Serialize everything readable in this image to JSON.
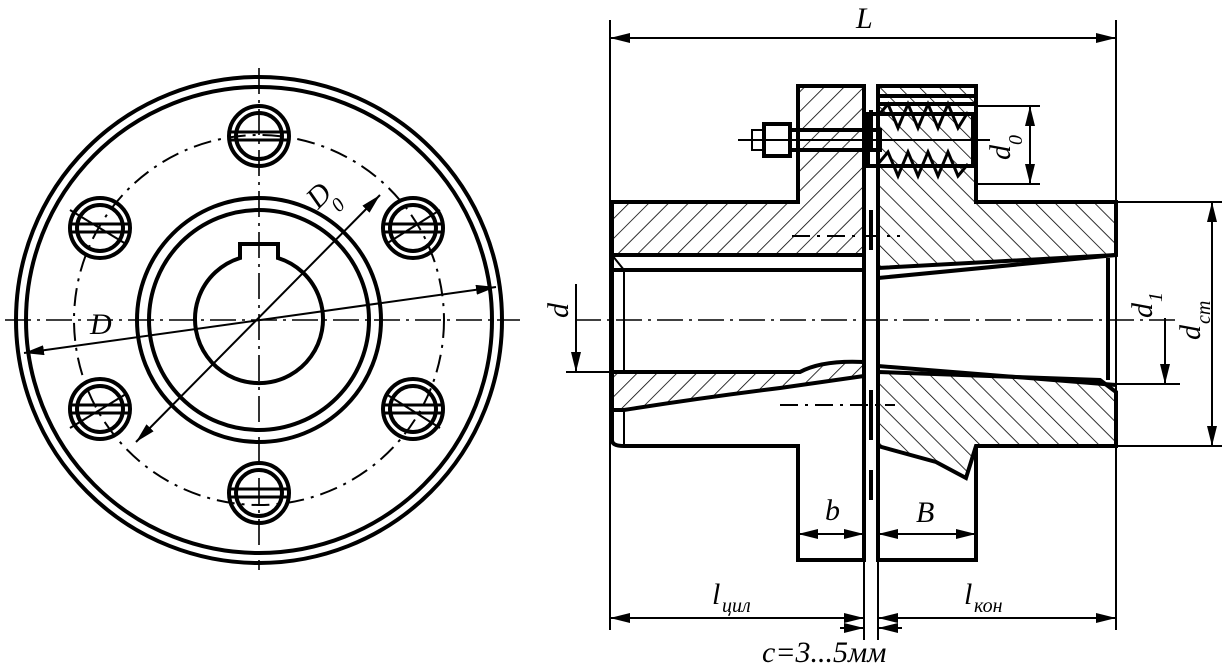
{
  "labels": {
    "L": "L",
    "D": "D",
    "D0": "D",
    "D0_sub": "0",
    "d": "d",
    "d0": "d",
    "d0_sub": "0",
    "d1": "d",
    "d1_sub": "1",
    "dst": "d",
    "dst_sub": "ст",
    "b": "b",
    "B": "B",
    "lcyl": "l",
    "lcyl_sub": "цил",
    "lkon": "l",
    "lkon_sub": "кон",
    "gap": "c=3...5мм"
  }
}
